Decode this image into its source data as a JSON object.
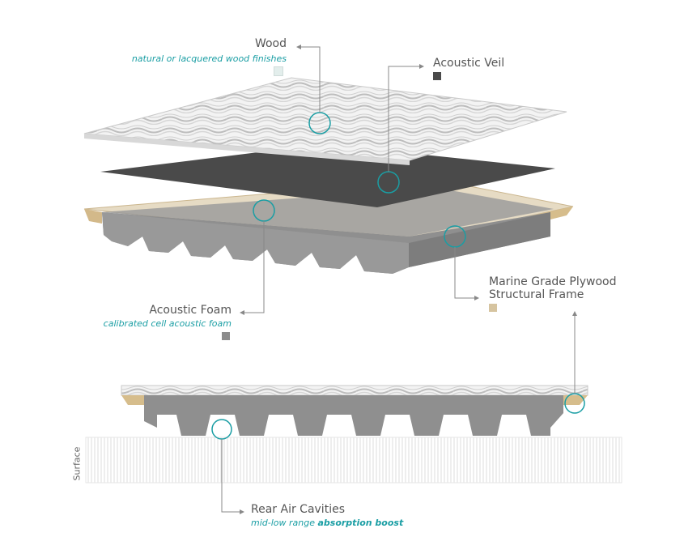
{
  "labels": {
    "wood": {
      "title": "Wood",
      "subtitle": "natural or lacquered wood finishes"
    },
    "veil": {
      "title": "Acoustic Veil"
    },
    "foam": {
      "title": "Acoustic Foam",
      "subtitle": "calibrated cell acoustic foam"
    },
    "plywood": {
      "title_line1": "Marine Grade Plywood",
      "title_line2": "Structural Frame"
    },
    "cavities": {
      "title": "Rear Air Cavities",
      "subtitle_prefix": "mid-low range ",
      "subtitle_bold": "absorption boost"
    },
    "surface": "Surface"
  },
  "colors": {
    "wood": "#e3eeec",
    "veil": "#4a4a4a",
    "foam": "#8c8c8c",
    "plywood": "#d6c4a0",
    "accent": "#1a9ea4",
    "leader": "#888888"
  }
}
